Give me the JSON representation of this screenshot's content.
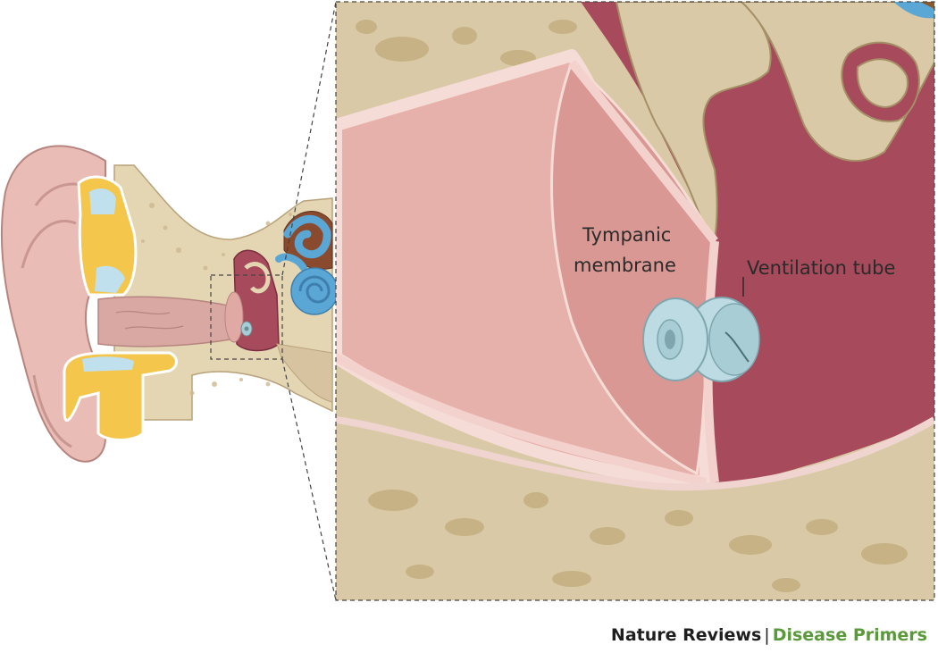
{
  "labels": {
    "tympanic_membrane": [
      "Tympanic",
      "membrane"
    ],
    "ventilation_tube": "Ventilation tube"
  },
  "credit": {
    "journal": "Nature Reviews",
    "separator": "|",
    "series": "Disease Primers"
  },
  "colors": {
    "skin": "#e7b8b3",
    "bone": "#d9c9a6",
    "cartilage": "#f2c24a",
    "fluid": "#bfe0ec",
    "inner_ear": "#5aa7d6",
    "middle_ear": "#a64a5c",
    "ear_canal": "#e9b3ad",
    "tube": "#a9cdd5",
    "series_green": "#5a9a3a"
  }
}
